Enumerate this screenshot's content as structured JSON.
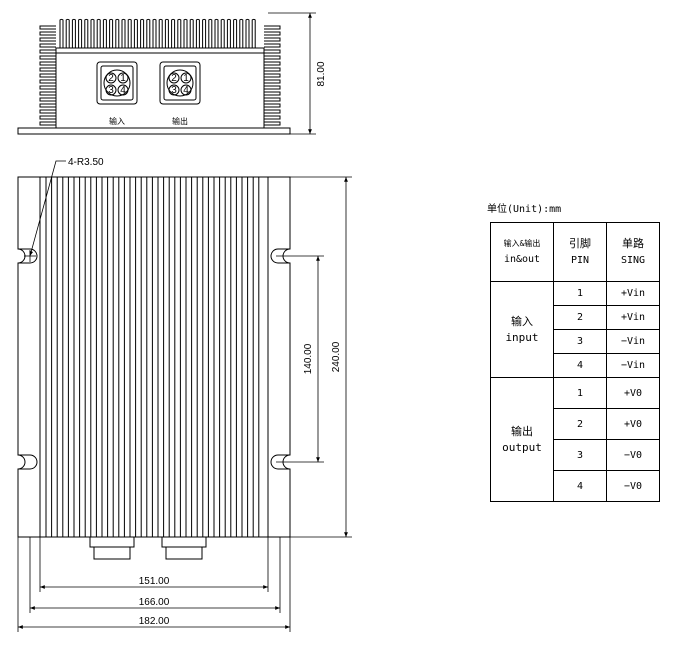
{
  "front_view": {
    "pins": [
      "1",
      "2",
      "3",
      "4"
    ],
    "connector_labels": [
      "输入",
      "输出"
    ],
    "height_dim": "81.00"
  },
  "top_view": {
    "hole_note": "4-R3.50",
    "dims": {
      "hole_spacing": "140.00",
      "length": "240.00",
      "w_inner": "151.00",
      "w_mid": "166.00",
      "w_outer": "182.00"
    }
  },
  "table": {
    "unit": "单位(Unit):mm",
    "headers": {
      "col1_cn": "输入&输出",
      "col1_en": "in&out",
      "col2_cn": "引脚",
      "col2_en": "PIN",
      "col3_cn": "单路",
      "col3_en": "SING"
    },
    "groups": [
      {
        "cn": "输入",
        "en": "input",
        "rows": [
          {
            "pin": "1",
            "sig": "+Vin"
          },
          {
            "pin": "2",
            "sig": "+Vin"
          },
          {
            "pin": "3",
            "sig": "−Vin"
          },
          {
            "pin": "4",
            "sig": "−Vin"
          }
        ]
      },
      {
        "cn": "输出",
        "en": "output",
        "rows": [
          {
            "pin": "1",
            "sig": "+V0"
          },
          {
            "pin": "2",
            "sig": "+V0"
          },
          {
            "pin": "3",
            "sig": "−V0"
          },
          {
            "pin": "4",
            "sig": "−V0"
          }
        ]
      }
    ]
  }
}
